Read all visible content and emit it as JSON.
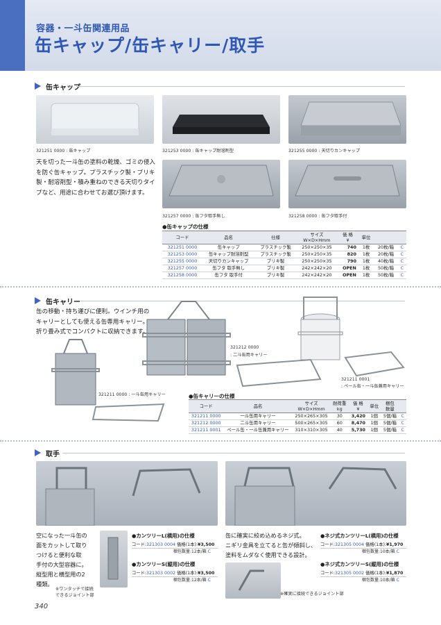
{
  "header": {
    "category": "容器・一斗缶関連用品",
    "title": "缶キャップ/缶キャリー/取手"
  },
  "sections": {
    "caps": "缶キャップ",
    "carry": "缶キャリー",
    "handles": "取手"
  },
  "caps": {
    "captions": [
      "321251 0000 : 缶キャップ",
      "321253 0000 : 缶キャップ耐溶剤型",
      "321255 0000 : 天切りカンキャップ",
      "321257 0000 : 缶フタ取手無し",
      "321258 0000 : 缶フタ取手付"
    ],
    "description": [
      "天を切った一斗缶の塗料の乾燥、ゴミの侵入",
      "を防ぐ缶キャップ。プラスチック製・ブリキ",
      "製・耐溶剤型・積み重ねのできる天切りタイ",
      "プなど、用途に合わせてお選び頂けます。"
    ],
    "table_title": "●缶キャップの仕様",
    "headers": [
      "コード",
      "品名",
      "仕様",
      "サイズ",
      "W×D×Hmm",
      "価 格",
      "¥",
      "単位",
      "",
      ""
    ],
    "rows": [
      [
        "321251 0000",
        "缶キャップ",
        "プラスチック製",
        "250×250×35",
        "740",
        "1枚",
        "20枚/箱",
        "C"
      ],
      [
        "321253 0000",
        "缶キャップ耐溶剤型",
        "プラスチック製",
        "250×250×35",
        "820",
        "1枚",
        "20枚/箱",
        "C"
      ],
      [
        "321255 0000",
        "天切りカンキャップ",
        "ブリキ製",
        "250×250×35",
        "790",
        "1枚",
        "40枚/箱",
        "C"
      ],
      [
        "321257 0000",
        "缶フタ 取手無し",
        "ブリキ製",
        "242×242×20",
        "OPEN",
        "1枚",
        "50枚/箱",
        "C"
      ],
      [
        "321258 0000",
        "缶フタ 取手付",
        "ブリキ製",
        "242×242×20",
        "OPEN",
        "1枚",
        "50枚/箱",
        "C"
      ]
    ]
  },
  "carry": {
    "description": [
      "缶の移動・持ち運びに便利。ウインチ用の",
      "キャリーとしても使える缶専用キャリー。",
      "折り畳み式でコンパクトに収納できます。"
    ],
    "captions": [
      "321212 0000",
      ": 二斗缶用キャリー",
      "321211 0000 : 一斗缶用キャリー",
      "321211 0001",
      ": ペール缶・一斗缶兼用キャリー"
    ],
    "table_title": "●缶キャリーの仕様",
    "headers": [
      "コード",
      "品名",
      "サイズ",
      "W×D×Hmm",
      "耐荷重",
      "kg",
      "価 格",
      "¥",
      "単位",
      "梱包",
      "数量"
    ],
    "rows": [
      [
        "321211 0000",
        "一斗缶用キャリー",
        "250×265×305",
        "30",
        "3,420",
        "1個",
        "5個/箱",
        "C"
      ],
      [
        "321212 0000",
        "二斗缶用キャリー",
        "500×265×305",
        "60",
        "8,470",
        "1個",
        "5個/箱",
        "C"
      ],
      [
        "321211 0001",
        "ペール缶・一斗缶兼用キャリー",
        "310×310×305",
        "40",
        "5,730",
        "1個",
        "5個/箱",
        "C"
      ]
    ]
  },
  "handles": {
    "left_text": [
      "空になった一斗缶の",
      "面をカットして取り",
      "つけると便利な取",
      "手付の大型容器に。",
      "縦型用と横型用の2",
      "種類。"
    ],
    "left_note": [
      "※ワンタッチで接続",
      "できるジョイント部"
    ],
    "spec1": {
      "title": "●カンツリーL(横用)の仕様",
      "code_label": "コード:",
      "code": "321303 0004",
      "price_label": "価格(1本):",
      "price": "¥3,500",
      "pack": "梱包数量:12本/箱",
      "c": "C"
    },
    "spec2": {
      "title": "●カンツリーS(縦用)の仕様",
      "code_label": "コード:",
      "code": "321303 0002",
      "price_label": "価格(1本):",
      "price": "¥3,500",
      "pack": "梱包数量:12本/箱",
      "c": "C"
    },
    "mid_text": [
      "缶に確実に絞め込めるネジ式。",
      "ニギリ金具を立てると缶が傾斜し、",
      "塗料をムダなく使用できる設計。"
    ],
    "mid_note": "※確実に接続できるジョイント部",
    "spec3": {
      "title": "●ネジ式カンツリーL(横用)の仕様",
      "code_label": "コード:",
      "code": "321305 0004",
      "price_label": "価格(1本):",
      "price": "¥1,970",
      "pack": "梱包数量:10本/箱",
      "c": "C"
    },
    "spec4": {
      "title": "●ネジ式カンツリーS(縦用)の仕様",
      "code_label": "コード:",
      "code": "321305 0002",
      "price_label": "価格(1本):",
      "price": "¥1,870",
      "pack": "梱包数量:10本/箱",
      "c": "C"
    }
  },
  "page_number": "340"
}
